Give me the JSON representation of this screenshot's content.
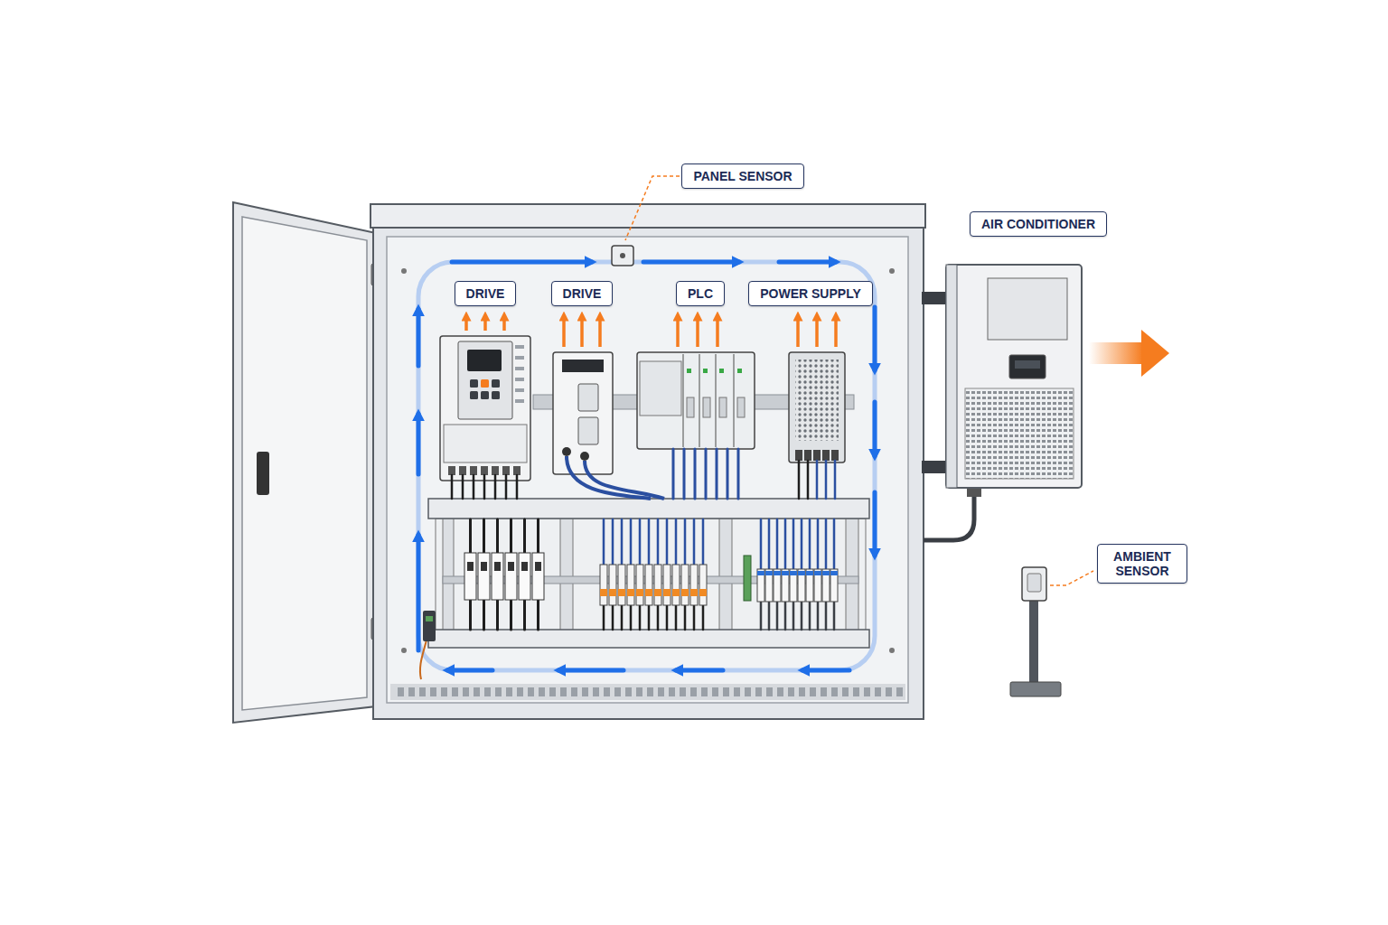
{
  "diagram": {
    "nodes": [
      {
        "text": [
          "PANEL SENSOR"
        ]
      },
      {
        "text": [
          "AIR CONDITIONER"
        ]
      },
      {
        "text": [
          "DRIVE"
        ]
      },
      {
        "text": [
          "DRIVE"
        ]
      },
      {
        "text": [
          "PLC"
        ]
      },
      {
        "text": [
          "POWER SUPPLY"
        ]
      },
      {
        "text": [
          "AMBIENT SENSOR"
        ]
      }
    ]
  }
}
